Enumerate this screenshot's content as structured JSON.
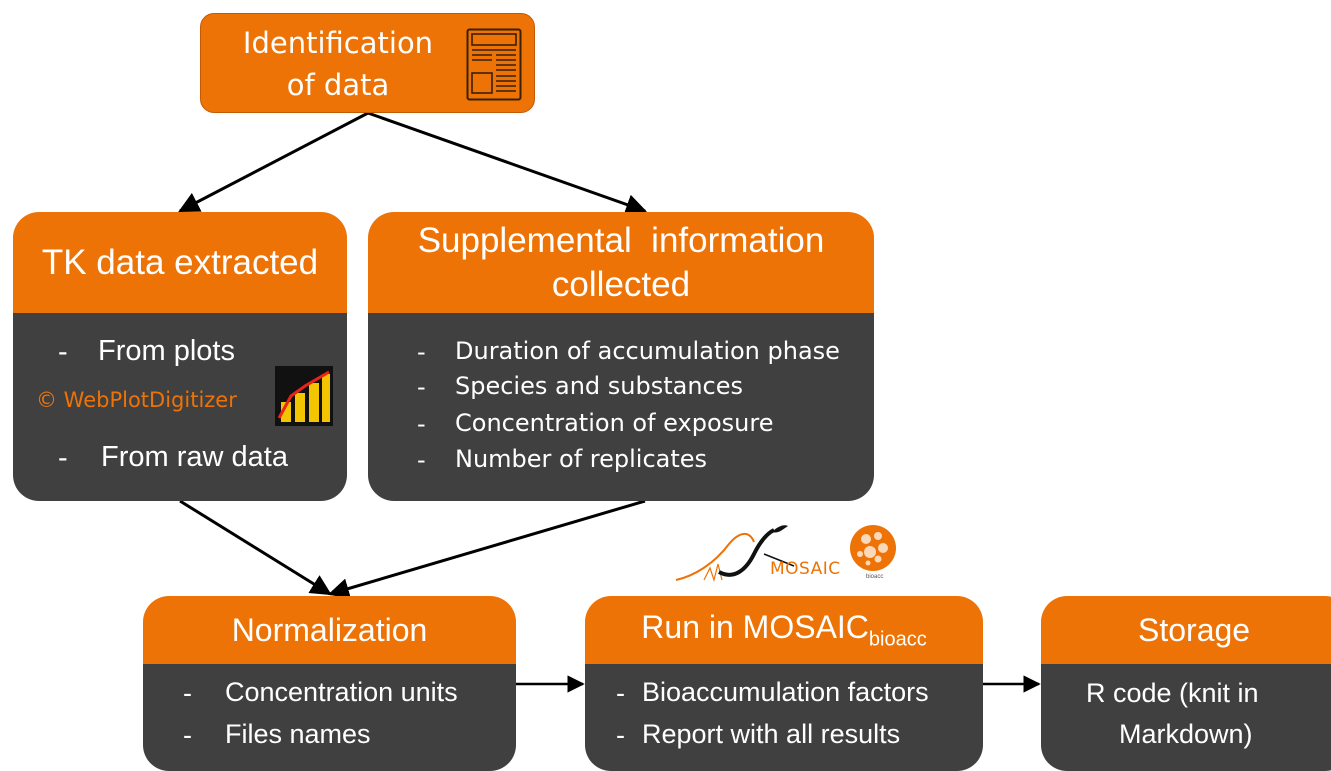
{
  "top": {
    "line1": "Identification",
    "line2": "of data"
  },
  "tk": {
    "title": "TK data extracted",
    "item1": "From plots",
    "credit": "© WebPlotDigitizer",
    "item2": "From raw data",
    "dash": "-"
  },
  "supp": {
    "title_line1": "Supplemental  information",
    "title_line2": "collected",
    "items": [
      "Duration of accumulation phase",
      "Species and substances",
      "Concentration of exposure",
      "Number of replicates"
    ],
    "dash": "-"
  },
  "norm": {
    "title": "Normalization",
    "items": [
      "Concentration units",
      "Files names"
    ],
    "dash": "-"
  },
  "run": {
    "title_main": "Run in MOSAIC",
    "title_sub": "bioacc",
    "items": [
      "Bioaccumulation factors",
      "Report with all results"
    ],
    "dash": "-"
  },
  "storage": {
    "title": "Storage",
    "line1": "R code (knit in",
    "line2": "Markdown)"
  },
  "logo": {
    "text": "MOSAIC",
    "badge_text": "bioacc"
  },
  "colors": {
    "accent": "#ED7306",
    "panel": "#404040"
  }
}
